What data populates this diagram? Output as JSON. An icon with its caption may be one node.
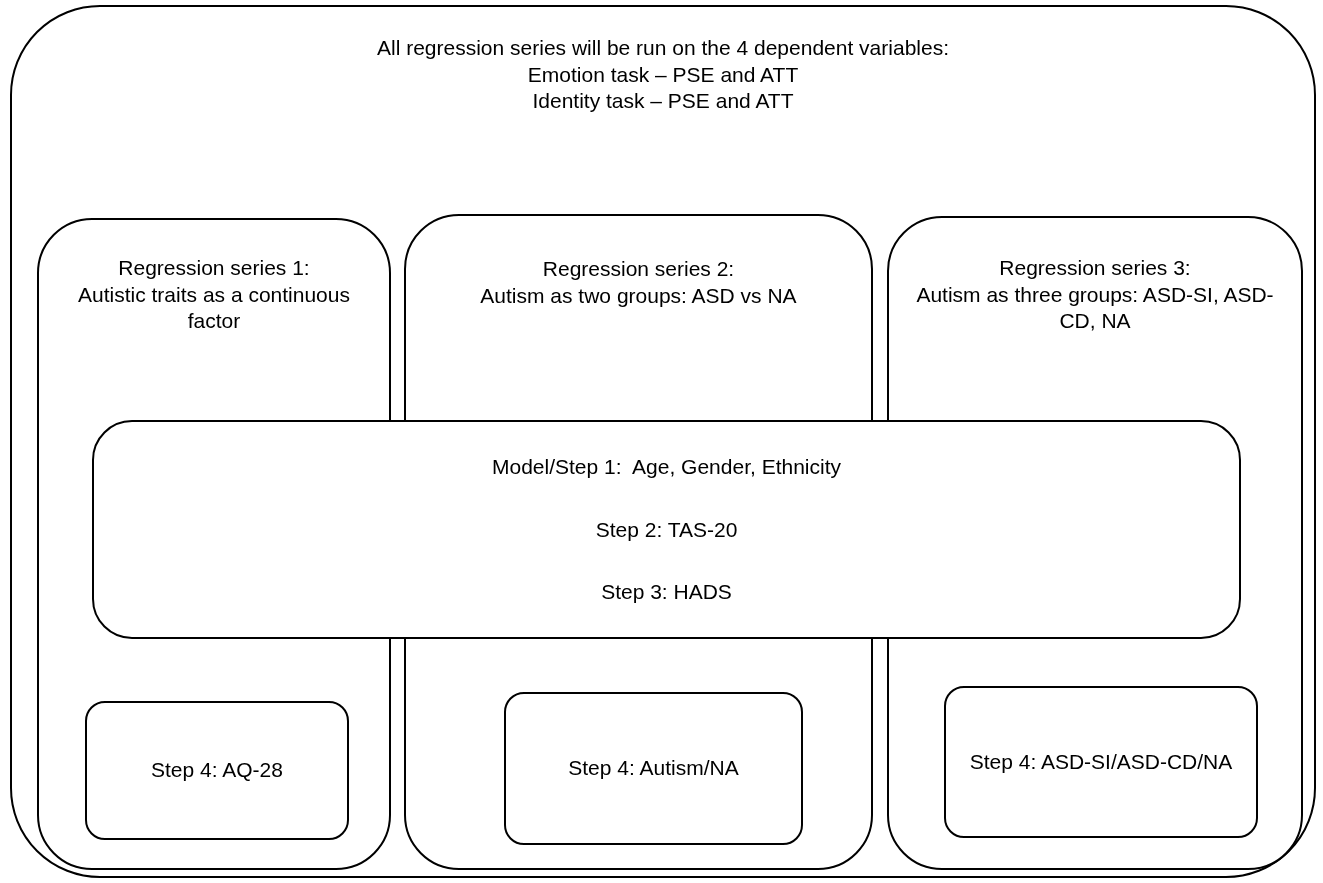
{
  "diagram": {
    "nodes": [
      {
        "text": [
          "All regression series will be run on the 4 dependent variables:",
          "Emotion task – PSE and ATT",
          "Identity task – PSE and ATT"
        ]
      },
      {
        "text": [
          "Regression series 1:",
          "Autistic traits as a continuous factor"
        ],
        "in": 0
      },
      {
        "text": [
          "Regression series 2:",
          "Autism as two groups: ASD vs NA"
        ],
        "in": 0
      },
      {
        "text": [
          "Regression series 3:",
          "Autism as three groups: ASD-SI, ASD-CD, NA"
        ],
        "in": 0
      },
      {
        "text": [
          "Model/Step 1:  Age, Gender, Ethnicity",
          "Step 2: TAS-20",
          "Step 3: HADS"
        ],
        "in": 0
      },
      {
        "text": [
          "Step 4: AQ-28"
        ],
        "in": 1
      },
      {
        "text": [
          "Step 4: Autism/NA"
        ],
        "in": 2
      },
      {
        "text": [
          "Step 4: ASD-SI/ASD-CD/NA"
        ],
        "in": 3
      }
    ]
  }
}
